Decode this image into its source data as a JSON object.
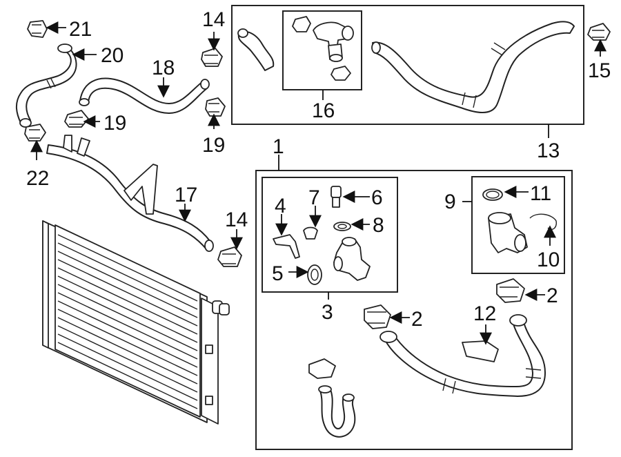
{
  "callouts": {
    "c1": "1",
    "c2a": "2",
    "c2b": "2",
    "c3": "3",
    "c4": "4",
    "c5": "5",
    "c6": "6",
    "c7": "7",
    "c8": "8",
    "c9": "9",
    "c10": "10",
    "c11": "11",
    "c12": "12",
    "c13": "13",
    "c14a": "14",
    "c14b": "14",
    "c15": "15",
    "c16": "16",
    "c17": "17",
    "c18": "18",
    "c19a": "19",
    "c19b": "19",
    "c20": "20",
    "c21": "21",
    "c22": "22"
  }
}
